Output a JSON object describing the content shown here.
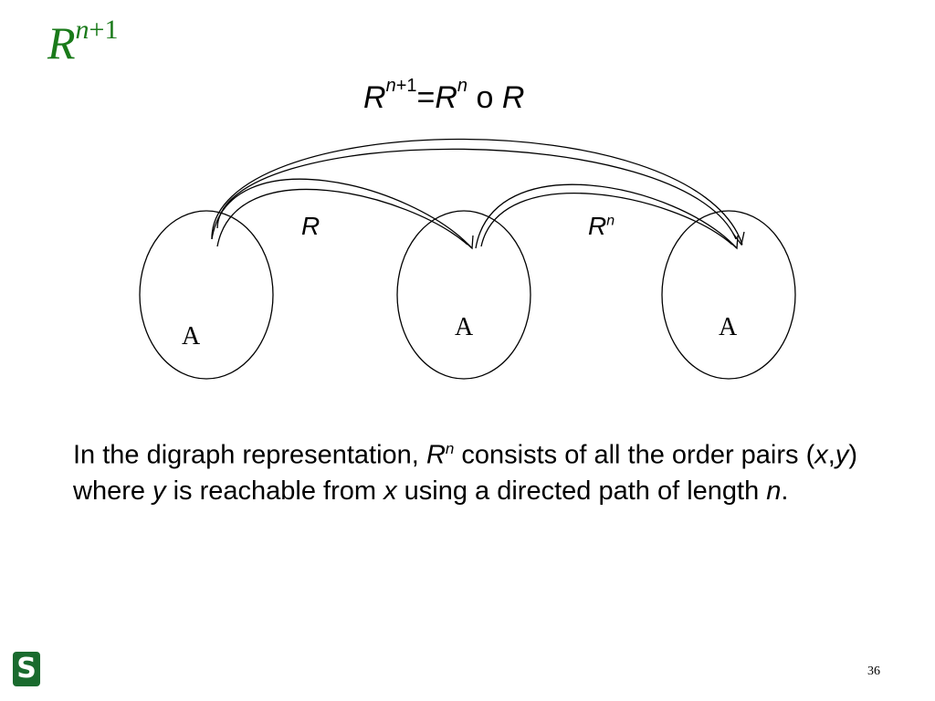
{
  "title": {
    "base": "R",
    "sup_var": "n",
    "sup_rest": "+1"
  },
  "formula": {
    "lhs_base": "R",
    "lhs_sup_var": "n",
    "lhs_sup_rest": "+1",
    "eq": "=",
    "rhs1_base": "R",
    "rhs1_sup": "n",
    "op": " o ",
    "rhs2": "R"
  },
  "diagram": {
    "nodes": [
      "A",
      "A",
      "A"
    ],
    "edge_labels": {
      "r": "R",
      "rn_base": "R",
      "rn_sup": "n"
    }
  },
  "body": {
    "t1": "In the digraph representation, ",
    "rn_base": "R",
    "rn_sup": "n",
    "t2": " consists of all the order pairs (",
    "x1": "x",
    "comma": ",",
    "y1": "y",
    "t3": ") where ",
    "y2": "y",
    "t4": " is reachable from ",
    "x2": "x",
    "t5": " using a directed path of length ",
    "n": "n",
    "t6": "."
  },
  "footer": {
    "logo_letter": "S",
    "page_number": "36"
  },
  "colors": {
    "title": "#1a7a1a",
    "logo_bg": "#1a6b2e"
  }
}
